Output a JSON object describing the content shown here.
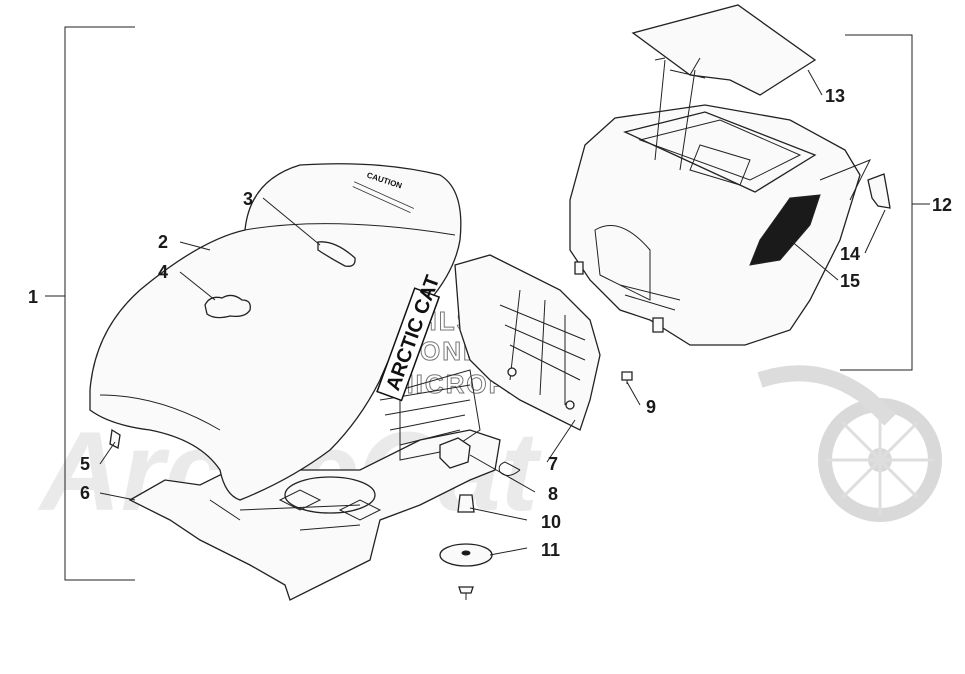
{
  "watermark": {
    "brand": "ArcticCat",
    "line1": "HLSM SD",
    "line2": "ONLINE",
    "line3": "MICROFICHE"
  },
  "seat_markings": {
    "logo": "ARCTIC CAT",
    "caution": "CAUTION"
  },
  "callouts": [
    "1",
    "2",
    "3",
    "4",
    "5",
    "6",
    "7",
    "8",
    "9",
    "10",
    "11",
    "12",
    "13",
    "14",
    "15"
  ]
}
